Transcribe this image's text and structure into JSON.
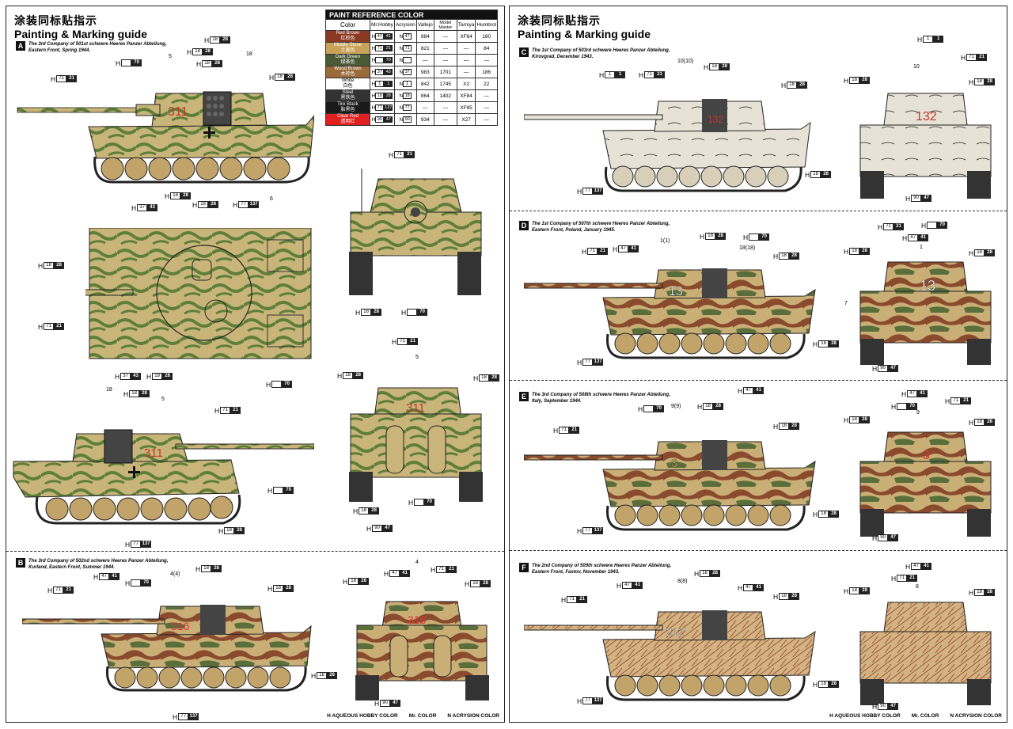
{
  "header": {
    "title_cn": "涂装同标贴指示",
    "title_en": "Painting & Marking guide"
  },
  "colors": {
    "dark_yellow": "#c9b57a",
    "green": "#5a7a3a",
    "red_brown": "#8a4a2e",
    "white": "#e8e4d8",
    "black": "#111111",
    "table_header": "#111111"
  },
  "paint_table": {
    "title": "PAINT  REFERENCE COLOR",
    "columns": [
      "Color",
      "Mr.Hobby",
      "Acrysion",
      "Vallejo",
      "Model Master",
      "Tamiya",
      "Humbrol"
    ],
    "rows": [
      {
        "name": "Red Brown",
        "cn": "红棕色",
        "swatch": "#8a3a22",
        "h_box": "47",
        "h_val": "41",
        "n_val": "47",
        "vallejo": "984",
        "mm": "—",
        "tamiya": "XF64",
        "humbrol": "160"
      },
      {
        "name": "Middle Stone",
        "cn": "土黄色",
        "swatch": "#c8a257",
        "h_box": "71",
        "h_val": "21",
        "n_val": "71",
        "vallejo": "821",
        "mm": "—",
        "tamiya": "—",
        "humbrol": "84"
      },
      {
        "name": "Dark Green",
        "cn": "绿茶色",
        "swatch": "#4a5a36",
        "h_box": "",
        "h_val": "70",
        "n_val": "",
        "vallejo": "—",
        "mm": "—",
        "tamiya": "—",
        "humbrol": "—"
      },
      {
        "name": "Wood Brown",
        "cn": "木棕色",
        "swatch": "#9a6a3a",
        "h_box": "37",
        "h_val": "43",
        "n_val": "37",
        "vallejo": "983",
        "mm": "1701",
        "tamiya": "—",
        "humbrol": "186"
      },
      {
        "name": "White",
        "cn": "白色",
        "swatch": "#ffffff",
        "h_box": "1",
        "h_val": "1",
        "n_val": "1",
        "vallejo": "842",
        "mm": "1745",
        "tamiya": "X2",
        "humbrol": "22"
      },
      {
        "name": "Steel",
        "cn": "黑铁色",
        "swatch": "#333333",
        "h_box": "18",
        "h_val": "28",
        "n_val": "18",
        "vallejo": "864",
        "mm": "1402",
        "tamiya": "XF84",
        "humbrol": "—"
      },
      {
        "name": "Tire Black",
        "cn": "胎黑色",
        "swatch": "#1a1a1a",
        "h_box": "77",
        "h_val": "137",
        "n_val": "77",
        "vallejo": "—",
        "mm": "—",
        "tamiya": "XF85",
        "humbrol": "—"
      },
      {
        "name": "Clear Red",
        "cn": "透明红",
        "swatch": "#e02020",
        "h_box": "90",
        "h_val": "47",
        "n_val": "90",
        "vallejo": "934",
        "mm": "—",
        "tamiya": "X27",
        "humbrol": "—"
      }
    ]
  },
  "captions": {
    "A": {
      "letter": "A",
      "line1": "The 3rd Company of 501st schwere Heeres Panzer Abteilung,",
      "line2": "Eastern Front, Spring 1944."
    },
    "B": {
      "letter": "B",
      "line1": "The 3rd Company of 502nd schwere Heeres Panzer Abteilung,",
      "line2": "Kurland, Eastern Front, Summer 1944."
    },
    "C": {
      "letter": "C",
      "line1": "The 1st Company of 503rd schwere Heeres Panzer Abteilung,",
      "line2": "Kirovgrad, December 1943."
    },
    "D": {
      "letter": "D",
      "line1": "The 1st Company of 507th schwere Heeres Panzer Abteilung,",
      "line2": "Eastern Front, Poland, January 1945."
    },
    "E": {
      "letter": "E",
      "line1": "The 3rd Company of 508th schwere Heeres Panzer Abteilung,",
      "line2": "Italy, September 1944."
    },
    "F": {
      "letter": "F",
      "line1": "The 2nd Company of 509th schwere Heeres Panzer Abteilung,",
      "line2": "Eastern Front, Fastov, November 1943."
    }
  },
  "turret_numbers": {
    "A": "311",
    "B": "316",
    "C": "132",
    "D": "13",
    "E": "3",
    "F": "212"
  },
  "footer": {
    "hobby": "H AQUEOUS HOBBY COLOR",
    "mr": "Mr. COLOR",
    "acrysion": "N ACRYSION COLOR"
  },
  "callouts": {
    "c5": "5",
    "c18": "18",
    "c6": "6",
    "c4": "4",
    "c44": "4(4)",
    "c10": "10",
    "c1010": "10(10)",
    "c11": "1(1)",
    "c1": "1",
    "c1818": "18(18)",
    "c7": "7",
    "c99": "9(9)",
    "c9": "9",
    "c88": "8(8)",
    "c8": "8"
  },
  "codes": {
    "h": "H",
    "n": "N",
    "h71_box": "71",
    "h71_val": "21",
    "h18_box": "18",
    "h18_val": "28",
    "h47_box": "47",
    "h47_val": "41",
    "h77_box": "77",
    "h77_val": "137",
    "h37_box": "37",
    "h37_val": "43",
    "h1_box": "1",
    "h1_val": "1",
    "h90_box": "90",
    "h90_val": "47",
    "h70_val": "70"
  }
}
